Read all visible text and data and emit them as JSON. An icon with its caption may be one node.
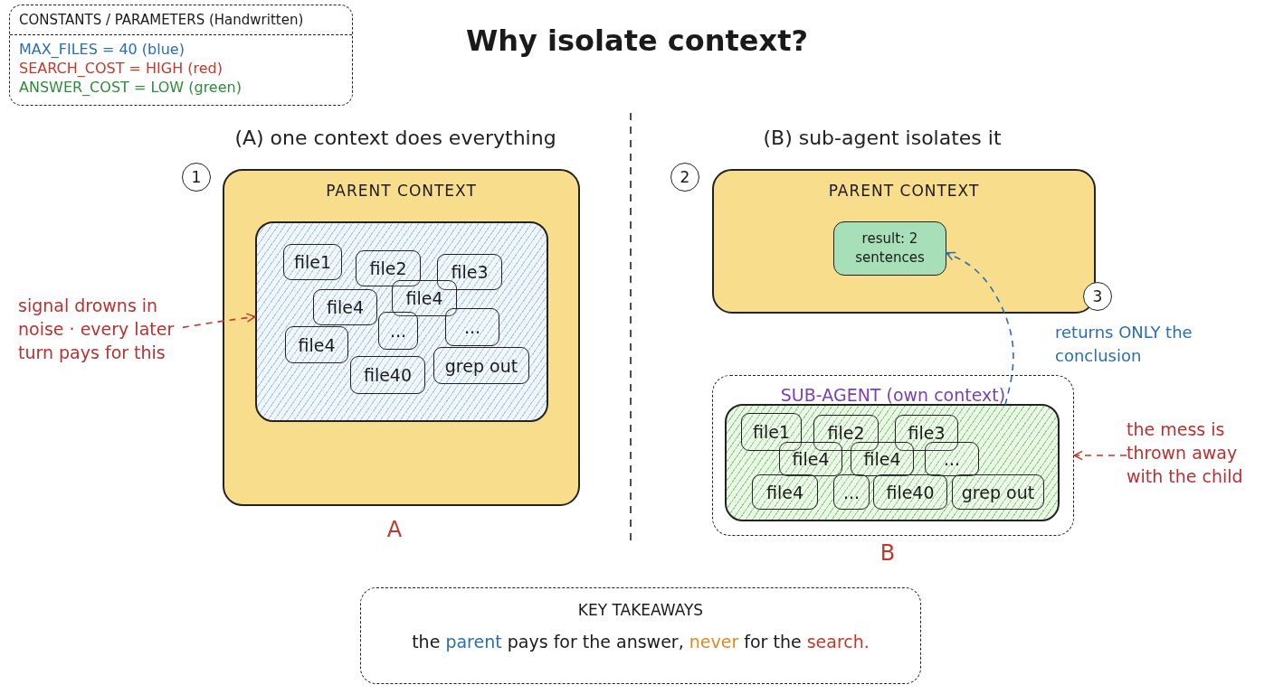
{
  "diagram": {
    "title": "Why isolate context?",
    "nodes": [
      {
        "text": [
          "CONSTANTS / PARAMETERS (Handwritten)",
          "MAX_FILES = 40 (blue)",
          "SEARCH_COST = HIGH (red)",
          "ANSWER_COST = LOW (green)"
        ]
      },
      {
        "text": [
          "1"
        ]
      },
      {
        "text": [
          "PARENT CONTEXT"
        ]
      },
      {
        "text": [],
        "shape": "box",
        "in": 2
      },
      {
        "text": [
          "file1"
        ],
        "in": 3
      },
      {
        "text": [
          "file2"
        ],
        "in": 3
      },
      {
        "text": [
          "file3"
        ],
        "in": 3
      },
      {
        "text": [
          "file4"
        ],
        "in": 3
      },
      {
        "text": [
          "file4"
        ],
        "in": 3
      },
      {
        "text": [
          "..."
        ],
        "in": 3
      },
      {
        "text": [
          "..."
        ],
        "in": 3
      },
      {
        "text": [
          "file4"
        ],
        "in": 3
      },
      {
        "text": [
          "file40"
        ],
        "in": 3
      },
      {
        "text": [
          "grep out"
        ],
        "in": 3
      },
      {
        "text": [
          "signal drowns in noise · every later turn pays for this"
        ]
      },
      {
        "text": [
          "2"
        ]
      },
      {
        "text": [
          "PARENT CONTEXT"
        ]
      },
      {
        "text": [
          "result: 2 sentences"
        ],
        "in": 16
      },
      {
        "text": [
          "3"
        ]
      },
      {
        "text": [
          "SUB-AGENT (own context)"
        ]
      },
      {
        "text": [],
        "shape": "box",
        "in": 19
      },
      {
        "text": [
          "file1"
        ],
        "in": 20
      },
      {
        "text": [
          "file2"
        ],
        "in": 20
      },
      {
        "text": [
          "file3"
        ],
        "in": 20
      },
      {
        "text": [
          "file4"
        ],
        "in": 20
      },
      {
        "text": [
          "file4"
        ],
        "in": 20
      },
      {
        "text": [
          "..."
        ],
        "in": 20
      },
      {
        "text": [
          "file4"
        ],
        "in": 20
      },
      {
        "text": [
          "..."
        ],
        "in": 20
      },
      {
        "text": [
          "file40"
        ],
        "in": 20
      },
      {
        "text": [
          "grep out"
        ],
        "in": 20
      },
      {
        "text": [
          "the mess is thrown away with the child"
        ]
      },
      {
        "text": [
          "KEY TAKEAWAYS",
          "the parent pays for the answer, never for the search."
        ]
      }
    ],
    "edges": [
      {
        "from": 14,
        "to": 3,
        "arrow": "to",
        "style": "dashed",
        "color": "#c0392b"
      },
      {
        "from": 20,
        "to": 17,
        "arrow": "to",
        "style": "dashed",
        "color": "#2a6fb0",
        "label": "returns ONLY the conclusion"
      },
      {
        "from": 31,
        "to": 19,
        "arrow": "to",
        "style": "dashed",
        "color": "#c0392b"
      }
    ],
    "labels": [
      "(A) one context does everything",
      "(B) sub-agent isolates it",
      "A",
      "B"
    ]
  }
}
